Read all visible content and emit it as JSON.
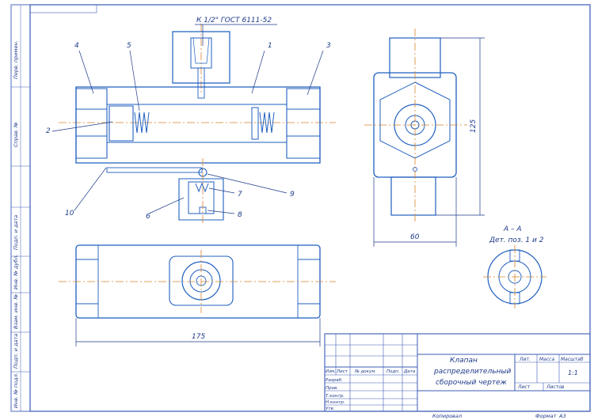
{
  "drawing": {
    "thread_note": "К 1/2\" ГОСТ 6111-52",
    "section_label": "А – А",
    "section_subtitle": "Дет. поз. 1 и 2",
    "dimensions": {
      "length": "175",
      "width": "60",
      "height": "125"
    },
    "callouts": [
      "1",
      "2",
      "3",
      "4",
      "5",
      "6",
      "7",
      "8",
      "9",
      "10"
    ]
  },
  "side_labels": [
    "Перв. примен.",
    "Справ. №",
    "Подп. и дата",
    "Инв. № дубл.",
    "Взам. инв. №",
    "Подп. и дата",
    "Инв. № подл."
  ],
  "title_block": {
    "title_line1": "Клапан",
    "title_line2": "распределительный",
    "title_line3": "сборочный чертеж",
    "header_cols": [
      "Изм.",
      "Лист",
      "№ докум.",
      "Подп.",
      "Дата"
    ],
    "roles": [
      "Разраб.",
      "Пров.",
      "Т.контр.",
      "Н.контр.",
      "Утв."
    ],
    "lit_label": "Лит.",
    "mass_label": "Масса",
    "scale_label": "Масштаб",
    "scale_value": "1:1",
    "sheet_label": "Лист",
    "sheets_label": "Листов",
    "copied_label": "Копировал",
    "format_label": "Формат",
    "format_value": "А3"
  }
}
